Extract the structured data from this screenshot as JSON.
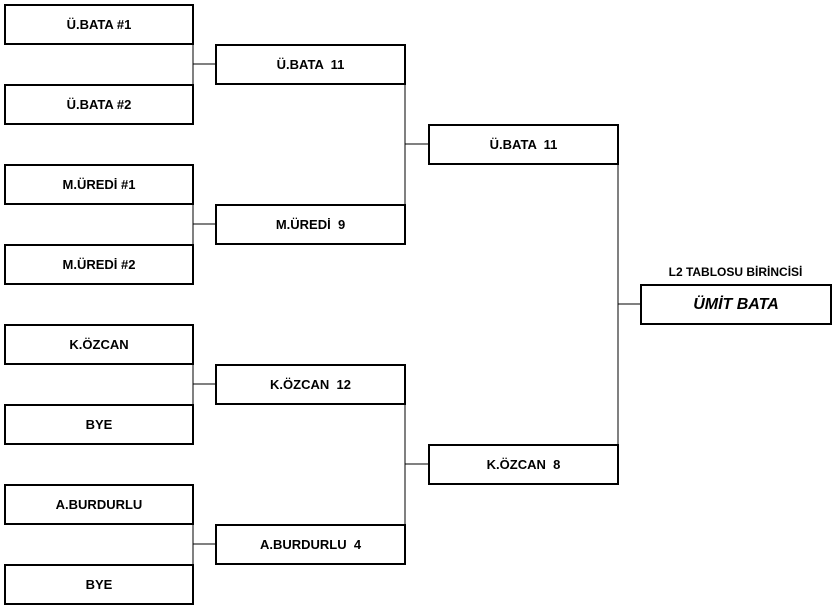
{
  "round1": [
    "Ü.BATA #1",
    "Ü.BATA #2",
    "M.ÜREDİ #1",
    "M.ÜREDİ #2",
    "K.ÖZCAN",
    "BYE",
    "A.BURDURLU",
    "BYE"
  ],
  "round2": [
    "Ü.BATA  11",
    "M.ÜREDİ  9",
    "K.ÖZCAN  12",
    "A.BURDURLU  4"
  ],
  "round3": [
    "Ü.BATA  11",
    "K.ÖZCAN  8"
  ],
  "champion": {
    "label": "L2 TABLOSU BİRİNCİSİ",
    "name": "ÜMİT BATA"
  }
}
